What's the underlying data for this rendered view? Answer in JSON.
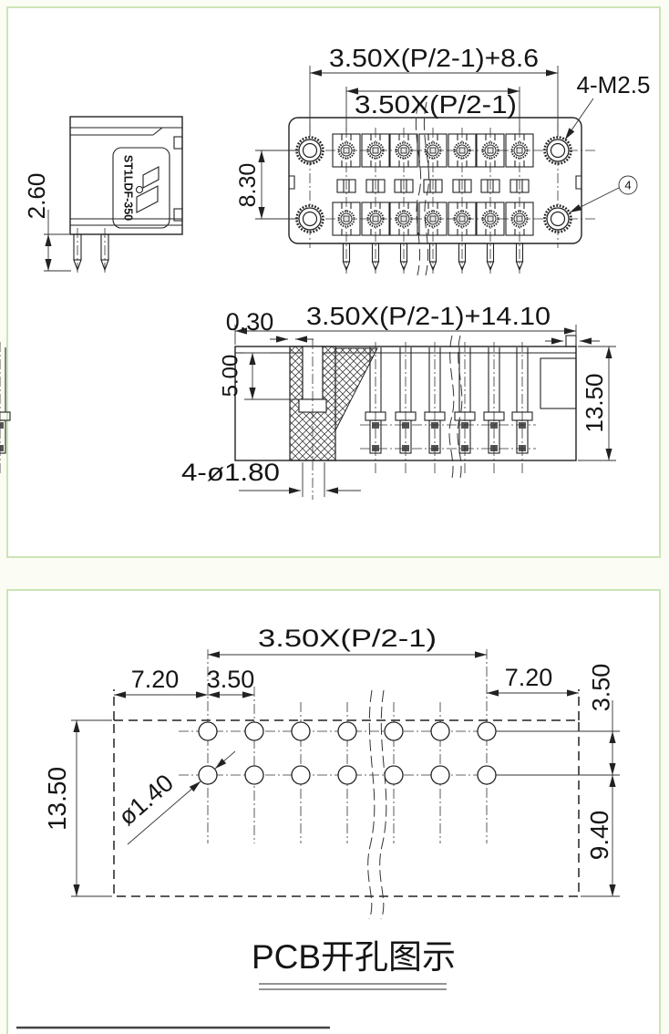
{
  "panels": {
    "top": {
      "side_view": {
        "model_label": "ST1LDF-350",
        "dim_pin_length": "2.60"
      },
      "top_view": {
        "dim_outer": "3.50X(P/2-1)+8.6",
        "dim_span": "3.50X(P/2-1)",
        "dim_screws": "4-M2.5",
        "dim_row_gap": "8.30",
        "balloon": "4"
      },
      "section_view": {
        "dim_width": "3.50X(P/2-1)+14.10",
        "dim_flange": "0.30",
        "dim_slot": "5.00",
        "dim_height": "13.50",
        "dim_holes": "4-ø1.80"
      }
    },
    "bottom": {
      "dim_span": "3.50X(P/2-1)",
      "dim_left": "7.20",
      "dim_pitch": "3.50",
      "dim_right": "7.20",
      "dim_row_gap": "3.50",
      "dim_height": "13.50",
      "dim_hole": "ø1.40",
      "dim_bottom": "9.40",
      "title": "PCB开孔图示"
    },
    "colors": {
      "panel_border": "#cde4b6",
      "line": "#222222",
      "page_bg": "#fbfcf3"
    }
  }
}
